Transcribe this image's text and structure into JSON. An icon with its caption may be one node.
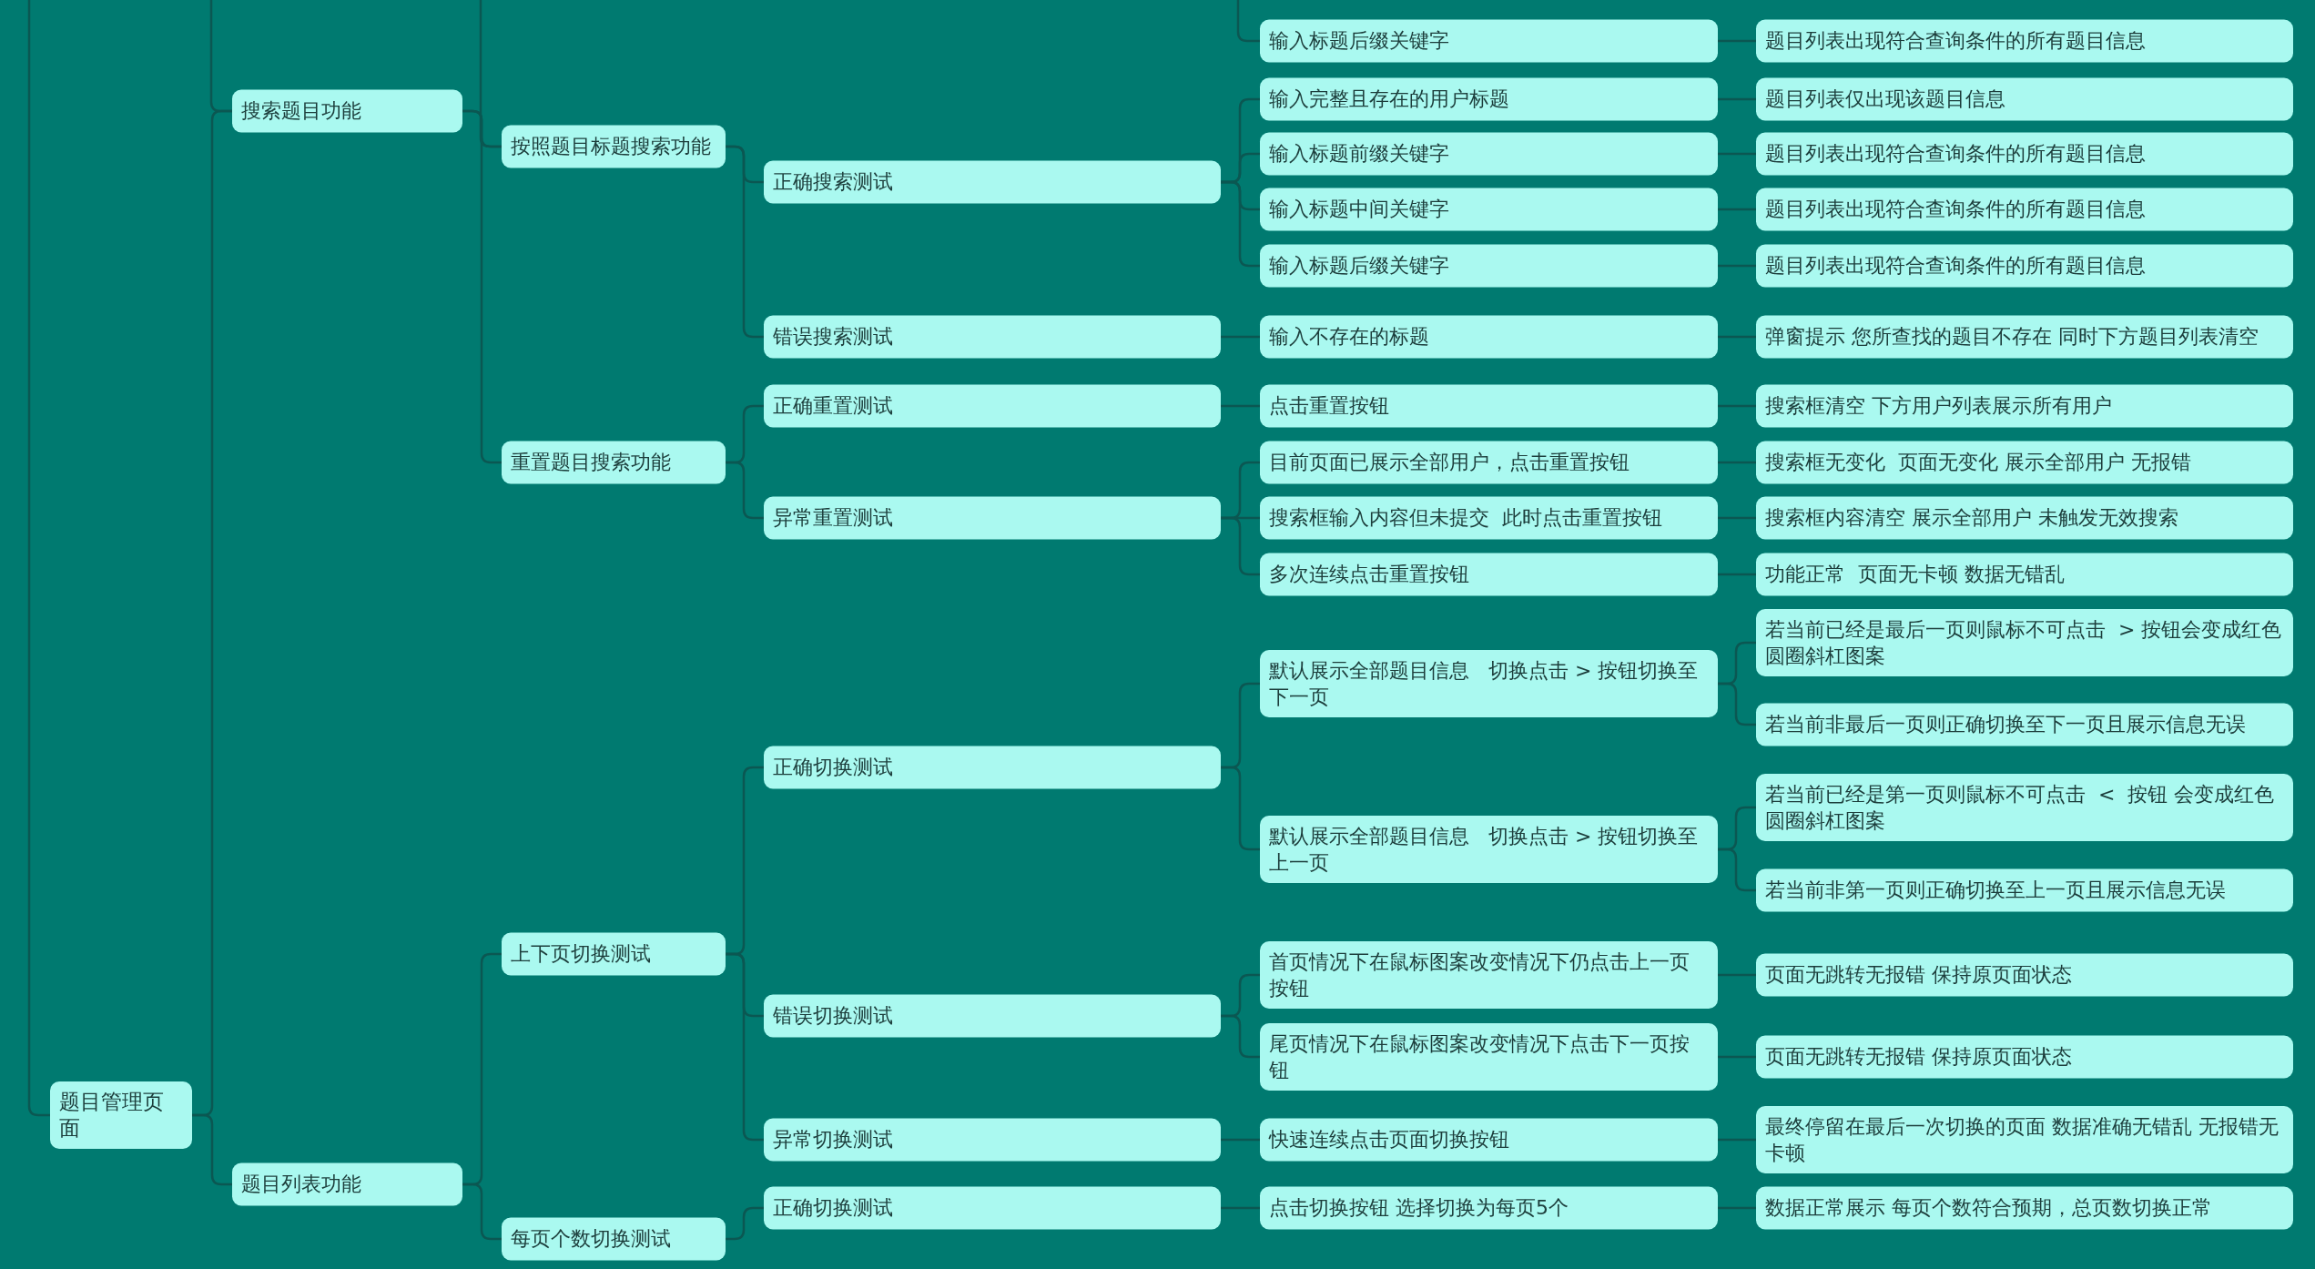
{
  "diagram": {
    "nodes": [
      {
        "text": [
          "题目管理页面"
        ]
      },
      {
        "text": [
          "搜索题目功能"
        ]
      },
      {
        "text": [
          "按照题目标题搜索功能"
        ]
      },
      {
        "text": [
          "正确搜索测试"
        ]
      },
      {
        "text": [
          "输入标题后缀关键字"
        ]
      },
      {
        "text": [
          "题目列表出现符合查询条件的所有题目信息"
        ]
      },
      {
        "text": [
          "输入完整且存在的用户标题"
        ]
      },
      {
        "text": [
          "题目列表仅出现该题目信息"
        ]
      },
      {
        "text": [
          "输入标题前缀关键字"
        ]
      },
      {
        "text": [
          "题目列表出现符合查询条件的所有题目信息"
        ]
      },
      {
        "text": [
          "输入标题中间关键字"
        ]
      },
      {
        "text": [
          "题目列表出现符合查询条件的所有题目信息"
        ]
      },
      {
        "text": [
          "输入标题后缀关键字"
        ]
      },
      {
        "text": [
          "题目列表出现符合查询条件的所有题目信息"
        ]
      },
      {
        "text": [
          "错误搜索测试"
        ]
      },
      {
        "text": [
          "输入不存在的标题"
        ]
      },
      {
        "text": [
          "弹窗提示 您所查找的题目不存在 同时下方题目列表清空"
        ]
      },
      {
        "text": [
          "重置题目搜索功能"
        ]
      },
      {
        "text": [
          "正确重置测试"
        ]
      },
      {
        "text": [
          "点击重置按钮"
        ]
      },
      {
        "text": [
          "搜索框清空 下方用户列表展示所有用户"
        ]
      },
      {
        "text": [
          "异常重置测试"
        ]
      },
      {
        "text": [
          "目前页面已展示全部用户，点击重置按钮"
        ]
      },
      {
        "text": [
          "搜索框无变化  页面无变化 展示全部用户 无报错"
        ]
      },
      {
        "text": [
          "搜索框输入内容但未提交  此时点击重置按钮"
        ]
      },
      {
        "text": [
          "搜索框内容清空 展示全部用户 未触发无效搜索"
        ]
      },
      {
        "text": [
          "多次连续点击重置按钮"
        ]
      },
      {
        "text": [
          "功能正常  页面无卡顿 数据无错乱"
        ]
      },
      {
        "text": [
          "题目列表功能"
        ]
      },
      {
        "text": [
          "上下页切换测试"
        ]
      },
      {
        "text": [
          "正确切换测试"
        ]
      },
      {
        "text": [
          "默认展示全部题目信息   切换点击 > 按钮切换至下一页"
        ]
      },
      {
        "text": [
          "若当前已经是最后一页则鼠标不可点击  > 按钮会变成红色圆圈斜杠图案"
        ]
      },
      {
        "text": [
          "若当前非最后一页则正确切换至下一页且展示信息无误"
        ]
      },
      {
        "text": [
          "默认展示全部题目信息   切换点击 > 按钮切换至上一页"
        ]
      },
      {
        "text": [
          "若当前已经是第一页则鼠标不可点击  <  按钮 会变成红色圆圈斜杠图案"
        ]
      },
      {
        "text": [
          "若当前非第一页则正确切换至上一页且展示信息无误"
        ]
      },
      {
        "text": [
          "错误切换测试"
        ]
      },
      {
        "text": [
          "首页情况下在鼠标图案改变情况下仍点击上一页按钮"
        ]
      },
      {
        "text": [
          "页面无跳转无报错 保持原页面状态"
        ]
      },
      {
        "text": [
          "尾页情况下在鼠标图案改变情况下点击下一页按钮"
        ]
      },
      {
        "text": [
          "页面无跳转无报错 保持原页面状态"
        ]
      },
      {
        "text": [
          "异常切换测试"
        ]
      },
      {
        "text": [
          "快速连续点击页面切换按钮"
        ]
      },
      {
        "text": [
          "最终停留在最后一次切换的页面 数据准确无错乱 无报错无卡顿"
        ]
      },
      {
        "text": [
          "每页个数切换测试"
        ]
      },
      {
        "text": [
          "正确切换测试"
        ]
      },
      {
        "text": [
          "点击切换按钮 选择切换为每页5个"
        ]
      },
      {
        "text": [
          "数据正常展示 每页个数符合预期，总页数切换正常"
        ]
      }
    ],
    "edges": [
      {
        "from": 0,
        "to": 1,
        "arrow": "none"
      },
      {
        "from": 1,
        "to": 2,
        "arrow": "none"
      },
      {
        "from": 2,
        "to": 3,
        "arrow": "none"
      },
      {
        "from": null,
        "to": 4,
        "arrow": "none"
      },
      {
        "from": 4,
        "to": 5,
        "arrow": "none"
      },
      {
        "from": 3,
        "to": 6,
        "arrow": "none"
      },
      {
        "from": 6,
        "to": 7,
        "arrow": "none"
      },
      {
        "from": 3,
        "to": 8,
        "arrow": "none"
      },
      {
        "from": 8,
        "to": 9,
        "arrow": "none"
      },
      {
        "from": 3,
        "to": 10,
        "arrow": "none"
      },
      {
        "from": 10,
        "to": 11,
        "arrow": "none"
      },
      {
        "from": 3,
        "to": 12,
        "arrow": "none"
      },
      {
        "from": 12,
        "to": 13,
        "arrow": "none"
      },
      {
        "from": 2,
        "to": 14,
        "arrow": "none"
      },
      {
        "from": 14,
        "to": 15,
        "arrow": "none"
      },
      {
        "from": 15,
        "to": 16,
        "arrow": "none"
      },
      {
        "from": 1,
        "to": 17,
        "arrow": "none"
      },
      {
        "from": 17,
        "to": 18,
        "arrow": "none"
      },
      {
        "from": 18,
        "to": 19,
        "arrow": "none"
      },
      {
        "from": 19,
        "to": 20,
        "arrow": "none"
      },
      {
        "from": 17,
        "to": 21,
        "arrow": "none"
      },
      {
        "from": 21,
        "to": 22,
        "arrow": "none"
      },
      {
        "from": 22,
        "to": 23,
        "arrow": "none"
      },
      {
        "from": 21,
        "to": 24,
        "arrow": "none"
      },
      {
        "from": 24,
        "to": 25,
        "arrow": "none"
      },
      {
        "from": 21,
        "to": 26,
        "arrow": "none"
      },
      {
        "from": 26,
        "to": 27,
        "arrow": "none"
      },
      {
        "from": 0,
        "to": 28,
        "arrow": "none"
      },
      {
        "from": 28,
        "to": 29,
        "arrow": "none"
      },
      {
        "from": 29,
        "to": 30,
        "arrow": "none"
      },
      {
        "from": 30,
        "to": 31,
        "arrow": "none"
      },
      {
        "from": 31,
        "to": 32,
        "arrow": "none"
      },
      {
        "from": 31,
        "to": 33,
        "arrow": "none"
      },
      {
        "from": 30,
        "to": 34,
        "arrow": "none"
      },
      {
        "from": 34,
        "to": 35,
        "arrow": "none"
      },
      {
        "from": 34,
        "to": 36,
        "arrow": "none"
      },
      {
        "from": 29,
        "to": 37,
        "arrow": "none"
      },
      {
        "from": 37,
        "to": 38,
        "arrow": "none"
      },
      {
        "from": 38,
        "to": 39,
        "arrow": "none"
      },
      {
        "from": 37,
        "to": 40,
        "arrow": "none"
      },
      {
        "from": 40,
        "to": 41,
        "arrow": "none"
      },
      {
        "from": 29,
        "to": 42,
        "arrow": "none"
      },
      {
        "from": 42,
        "to": 43,
        "arrow": "none"
      },
      {
        "from": 43,
        "to": 44,
        "arrow": "none"
      },
      {
        "from": 28,
        "to": 45,
        "arrow": "none"
      },
      {
        "from": 45,
        "to": 46,
        "arrow": "none"
      },
      {
        "from": 46,
        "to": 47,
        "arrow": "none"
      },
      {
        "from": 47,
        "to": 48,
        "arrow": "none"
      },
      {
        "from": 0,
        "to": null,
        "arrow": "none"
      },
      {
        "from": 1,
        "to": null,
        "arrow": "none"
      },
      {
        "from": 2,
        "to": null,
        "arrow": "none"
      }
    ]
  }
}
